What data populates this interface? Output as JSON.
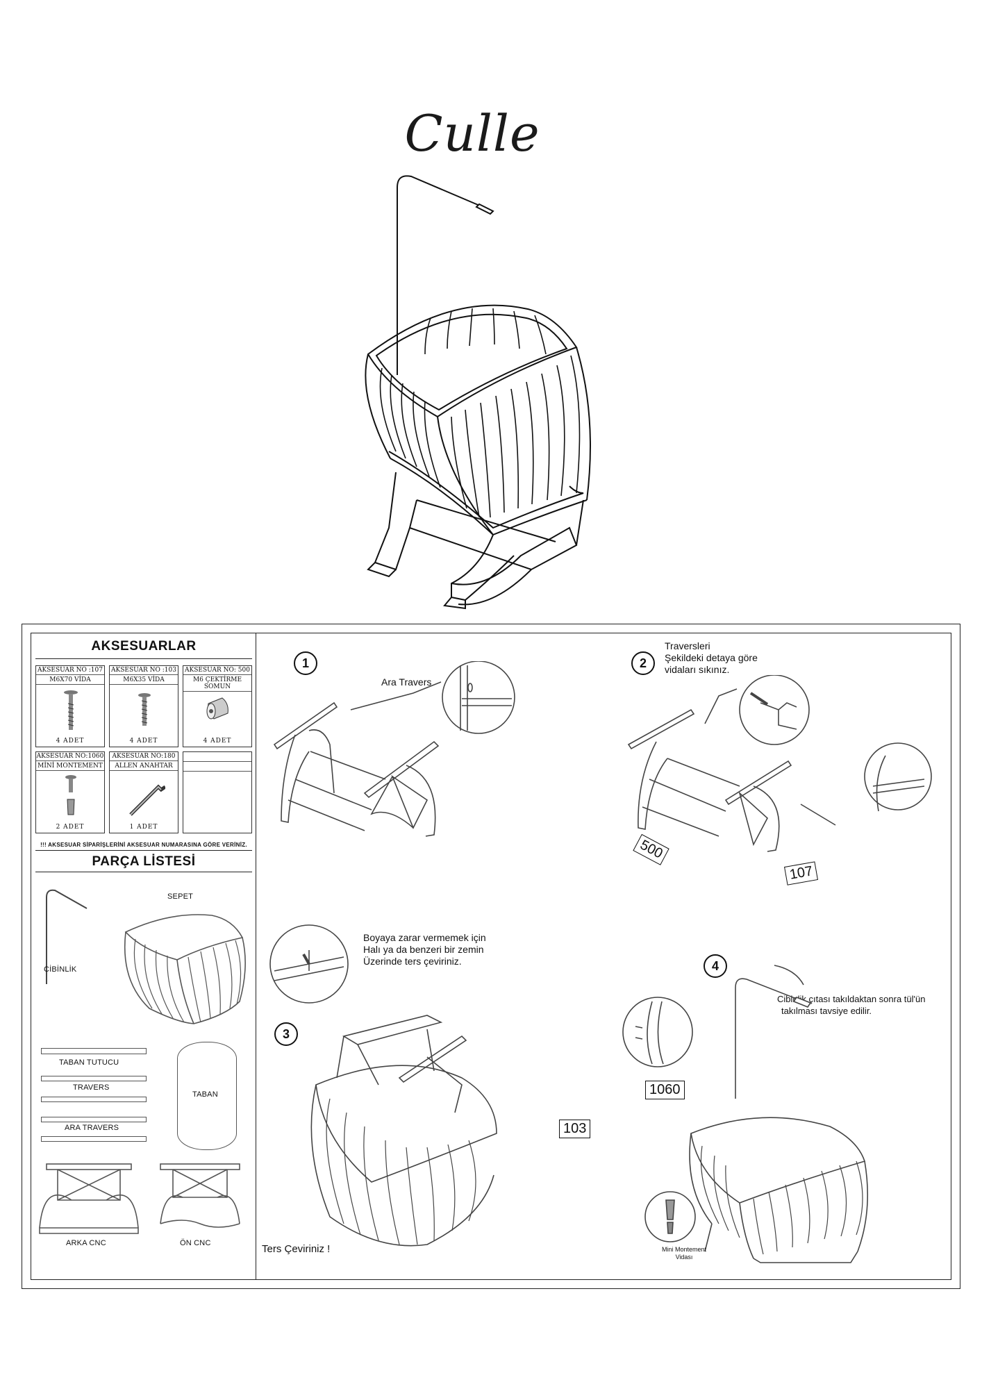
{
  "brand": "Culle",
  "accessories": {
    "title": "AKSESUARLAR",
    "items": [
      {
        "no": "AKSESUAR NO :107",
        "name": "M6X70 VİDA",
        "qty": "4 ADET",
        "icon": "long-screw-icon"
      },
      {
        "no": "AKSESUAR NO :103",
        "name": "M6X35 VİDA",
        "qty": "4 ADET",
        "icon": "short-screw-icon"
      },
      {
        "no": "AKSESUAR NO: 500",
        "name": "M6 ÇEKTİRME SOMUN",
        "qty": "4 ADET",
        "icon": "barrel-nut-icon"
      },
      {
        "no": "AKSESUAR NO:1060",
        "name": "MİNİ MONTEMENT",
        "qty": "2 ADET",
        "icon": "mini-fastener-icon"
      },
      {
        "no": "AKSESUAR NO:180",
        "name": "ALLEN ANAHTAR",
        "qty": "1 ADET",
        "icon": "allen-key-icon"
      },
      {
        "no": "",
        "name": "",
        "qty": "",
        "icon": ""
      }
    ],
    "note": "!!! AKSESUAR SİPARİŞLERİNİ AKSESUAR NUMARASINA GÖRE VERİNİZ."
  },
  "parts": {
    "title": "PARÇA LİSTESİ",
    "labels": {
      "cibinlik": "CİBİNLİK",
      "sepet": "SEPET",
      "taban_tutucu": "TABAN TUTUCU",
      "travers": "TRAVERS",
      "taban": "TABAN",
      "ara_travers": "ARA TRAVERS",
      "arka_cnc": "ARKA CNC",
      "on_cnc": "ÖN CNC"
    }
  },
  "steps": {
    "s1": {
      "num": "1",
      "label": "Ara Travers"
    },
    "s2": {
      "num": "2",
      "text": [
        "Traversleri",
        "Şekildeki detaya göre",
        "vidaları sıkınız."
      ],
      "tag_a": "500",
      "tag_b": "107"
    },
    "s3": {
      "num": "3",
      "text": [
        "Boyaya zarar vermemek için",
        "Halı ya da benzeri bir zemin",
        "Üzerinde ters çeviriniz."
      ],
      "tag": "103",
      "flip": "Ters Çeviriniz !"
    },
    "s4": {
      "num": "4",
      "text": [
        "Cibinlik çıtası takıldaktan sonra tül'ün",
        "takılması tavsiye edilir."
      ],
      "tag": "1060",
      "fastener": [
        "Mini Montement",
        "Vidası"
      ]
    }
  }
}
